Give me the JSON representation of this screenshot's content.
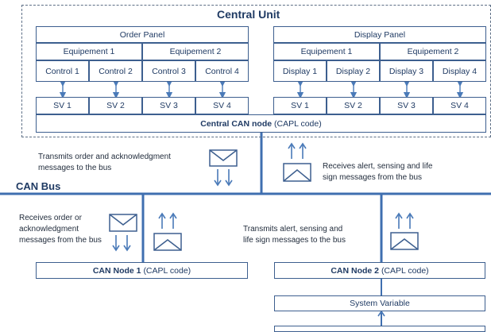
{
  "central_unit": {
    "title": "Central Unit",
    "order_panel": {
      "title": "Order Panel",
      "equipements": [
        "Equipement 1",
        "Equipement 2"
      ],
      "controls": [
        "Control 1",
        "Control 2",
        "Control 3",
        "Control 4"
      ],
      "svs": [
        "SV 1",
        "SV 2",
        "SV 3",
        "SV 4"
      ]
    },
    "display_panel": {
      "title": "Display Panel",
      "equipements": [
        "Equipement 1",
        "Equipement 2"
      ],
      "displays": [
        "Display 1",
        "Display 2",
        "Display 3",
        "Display 4"
      ],
      "svs": [
        "SV 1",
        "SV 2",
        "SV 3",
        "SV 4"
      ]
    },
    "can_node": {
      "name": "Central CAN node",
      "code": "(CAPL code)"
    }
  },
  "bus": {
    "label": "CAN Bus"
  },
  "notes": {
    "central_tx": [
      "Transmits order and acknowledgment",
      "messages to the bus"
    ],
    "central_rx": [
      "Receives alert, sensing and life",
      "sign messages  from the bus"
    ],
    "node1_rx": [
      "Receives order or",
      "acknowledgment",
      "messages from the bus"
    ],
    "node2_tx": [
      "Transmits alert, sensing and",
      "life sign messages  to the  bus"
    ]
  },
  "can_node_1": {
    "name": "CAN Node 1",
    "code": "(CAPL code)"
  },
  "can_node_2": {
    "name": "CAN Node 2",
    "code": "(CAPL code)"
  },
  "system_variable": {
    "label": "System Variable"
  },
  "icons": [
    "envelope-icon",
    "arrow-up-icon",
    "arrow-down-icon"
  ],
  "colors": {
    "line": "#3d5f8f",
    "bus": "#3f6fb0",
    "text": "#1f3a63"
  }
}
